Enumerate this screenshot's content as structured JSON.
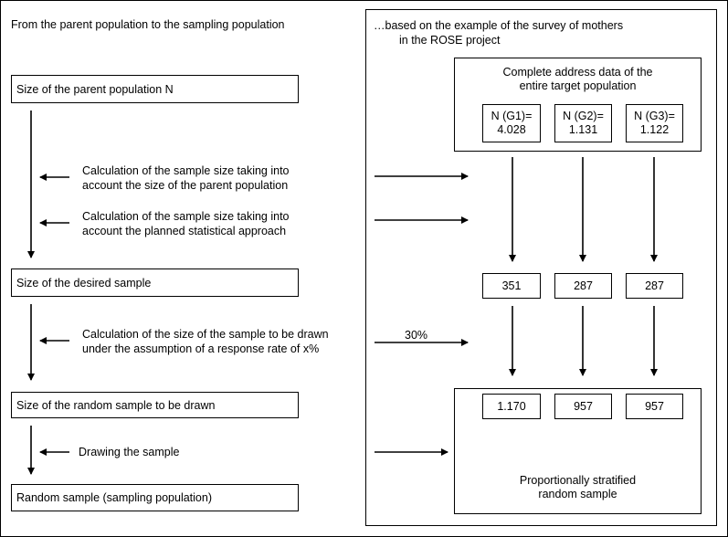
{
  "left": {
    "heading": "From the parent population to the sampling population",
    "parent_population_label": "Size of the parent population N",
    "calc_parent_line1": "Calculation of the sample size taking into",
    "calc_parent_line2": "account the size of the parent population",
    "calc_stat_line1": "Calculation of the sample size taking into",
    "calc_stat_line2": "account the planned statistical approach",
    "desired_sample_label": "Size of the desired sample",
    "calc_response_line1": "Calculation of the size of the sample to be drawn",
    "calc_response_line2": "under the assumption of a response rate of x%",
    "random_sample_size_label": "Size of the random sample to be drawn",
    "drawing_label": "Drawing the sample",
    "random_sample_label": "Random sample (sampling population)"
  },
  "right": {
    "heading_line1": "…based on the example of the survey of mothers",
    "heading_line2": "in the ROSE project",
    "address_line1": "Complete address data of the",
    "address_line2": "entire target population",
    "groups": [
      {
        "name": "N (G1)=",
        "n": "4.028",
        "desired": "351",
        "drawn": "1.170"
      },
      {
        "name": "N (G2)=",
        "n": "1.131",
        "desired": "287",
        "drawn": "957"
      },
      {
        "name": "N (G3)=",
        "n": "1.122",
        "desired": "287",
        "drawn": "957"
      }
    ],
    "response_rate": "30%",
    "stratified_line1": "Proportionally stratified",
    "stratified_line2": "random sample"
  }
}
